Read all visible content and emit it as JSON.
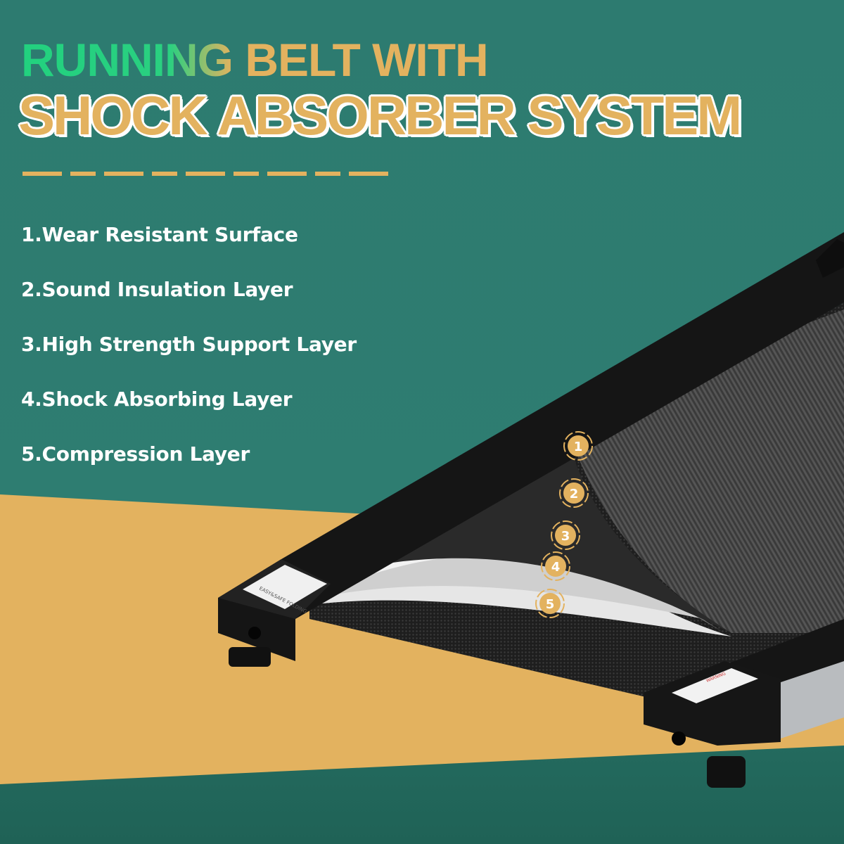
{
  "headline": {
    "line1_green": "RUNNING",
    "line1_gold": "BELT WITH",
    "line2": "SHOCK ABSORBER SYSTEM"
  },
  "layers": [
    {
      "number": "1",
      "label": "1.Wear Resistant Surface"
    },
    {
      "number": "2",
      "label": "2.Sound Insulation Layer"
    },
    {
      "number": "3",
      "label": "3.High Strength Support Layer"
    },
    {
      "number": "4",
      "label": "4.Shock Absorbing Layer"
    },
    {
      "number": "5",
      "label": "5.Compression Layer"
    }
  ],
  "product_labels": {
    "left_cap_sticker": "EASY&SAFE FOLDING",
    "right_cap_sticker": "WARNING"
  },
  "colors": {
    "background_teal": "#2e7d71",
    "accent_gold": "#e3b25f",
    "accent_green": "#22d17f",
    "frame_black": "#151515"
  }
}
